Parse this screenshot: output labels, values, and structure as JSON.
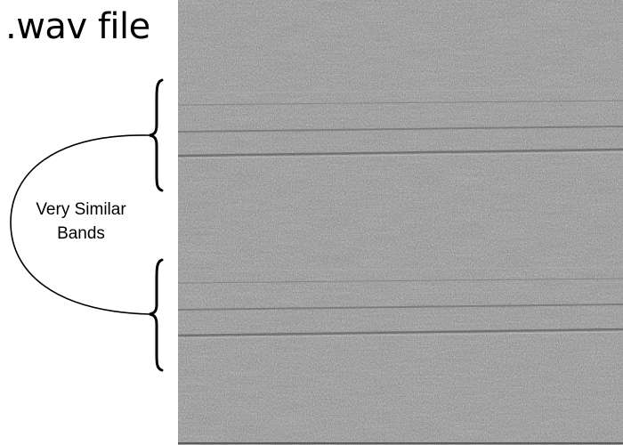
{
  "title": ".wav file",
  "annotation": {
    "label_line1": "Very Similar",
    "label_line2": "Bands"
  },
  "colors": {
    "background": "#ffffff",
    "noise_base": "#8a8a8a",
    "ink": "#000000"
  }
}
